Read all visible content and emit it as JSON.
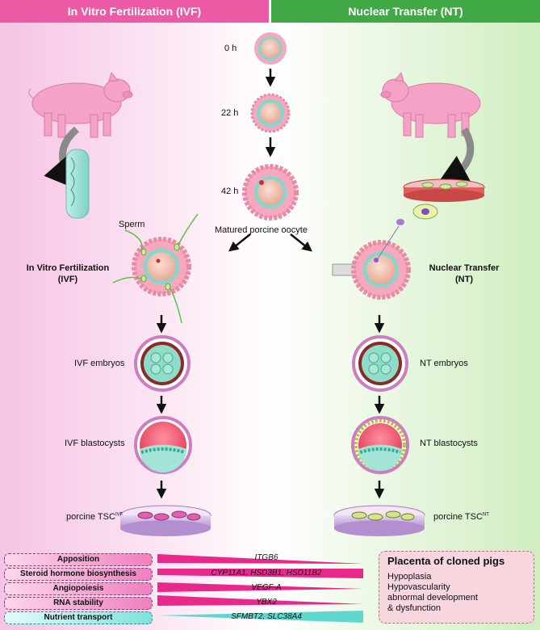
{
  "headers": {
    "left": "In Vitro Fertilization (IVF)",
    "right": "Nuclear Transfer (NT)"
  },
  "times": [
    "0 h",
    "22 h",
    "42 h"
  ],
  "oocyte_label": "Matured porcine oocyte",
  "sperm_label": "Sperm",
  "ivf": {
    "method_line1": "In Vitro Fertilization",
    "method_line2": "(IVF)",
    "embryos": "IVF embryos",
    "blastocysts": "IVF blastocysts",
    "tsc": "porcine TSC",
    "tsc_sup": "IVF"
  },
  "nt": {
    "method_line1": "Nuclear Transfer",
    "method_line2": "(NT)",
    "embryos": "NT embryos",
    "blastocysts": "NT blastocysts",
    "tsc": "porcine TSC",
    "tsc_sup": "NT"
  },
  "rows": [
    {
      "label": "Apposition",
      "genes": "ITGB6"
    },
    {
      "label": "Steroid hormone biosynthesis",
      "genes": "CYP11A1, HSD3B1, HSD11B2"
    },
    {
      "label": "Angiopoiesis",
      "genes": "VEGF-A"
    },
    {
      "label": "RNA stability",
      "genes": "YBX2"
    },
    {
      "label": "Nutrient transport",
      "genes": "SFMBT2, SLC38A4"
    }
  ],
  "placenta": {
    "title": "Placenta of cloned pigs",
    "items": [
      "Hypoplasia",
      "Hypovascularity",
      "abnormal development",
      "& dysfunction"
    ]
  },
  "colors": {
    "ivf_header": "#ec5aa5",
    "nt_header": "#41a846",
    "wedge_pink": "#e8288a",
    "wedge_teal": "#5fd7cf"
  }
}
